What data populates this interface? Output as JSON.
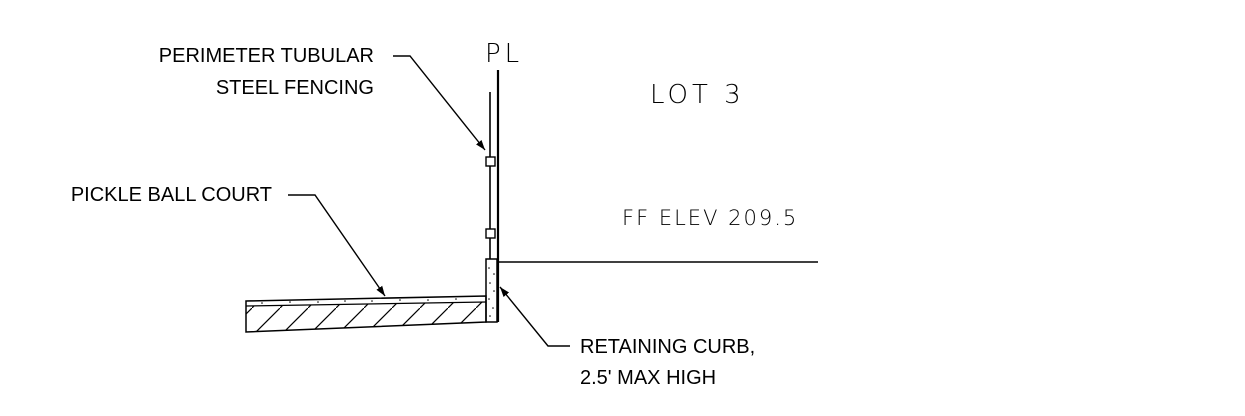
{
  "diagram": {
    "property_line_label": "PL",
    "lot_label": "LOT 3",
    "elevation_label": "FF ELEV 209.5",
    "callouts": {
      "fencing_line1": "PERIMETER TUBULAR",
      "fencing_line2": "STEEL FENCING",
      "court": "PICKLE BALL COURT",
      "curb_line1": "RETAINING CURB,",
      "curb_line2": "2.5' MAX HIGH"
    }
  }
}
